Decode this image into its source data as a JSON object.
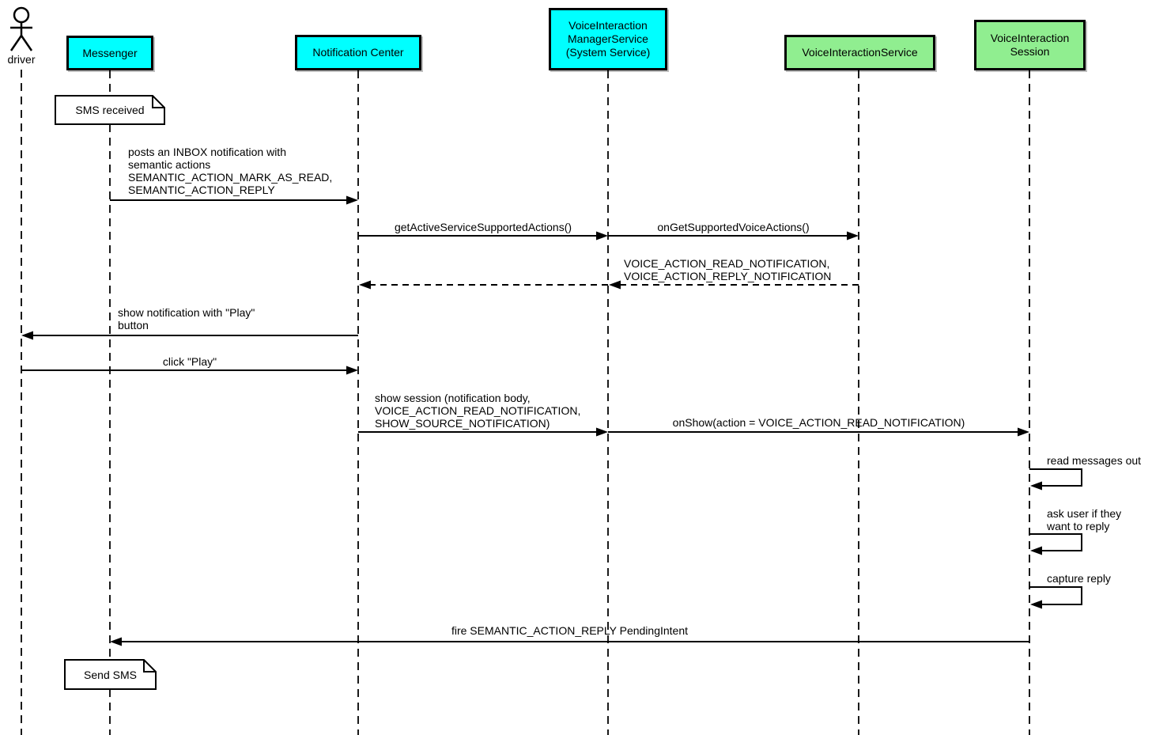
{
  "diagram_type": "uml-sequence",
  "colors": {
    "participant_cyan": "#00ffff",
    "participant_green": "#90ee90",
    "line": "#000000",
    "background": "#ffffff"
  },
  "participants": [
    {
      "id": "driver",
      "label": "driver",
      "kind": "actor"
    },
    {
      "id": "messenger",
      "label": "Messenger",
      "kind": "participant",
      "color": "#00ffff"
    },
    {
      "id": "notification-center",
      "label": "Notification Center",
      "kind": "participant",
      "color": "#00ffff"
    },
    {
      "id": "voice-interaction-manager-service",
      "label": "VoiceInteraction\nManagerService\n(System Service)",
      "kind": "participant",
      "color": "#00ffff"
    },
    {
      "id": "voice-interaction-service",
      "label": "VoiceInteractionService",
      "kind": "participant",
      "color": "#90ee90"
    },
    {
      "id": "voice-interaction-session",
      "label": "VoiceInteraction\nSession",
      "kind": "participant",
      "color": "#90ee90"
    }
  ],
  "notes": [
    {
      "id": "note-sms-received",
      "anchor": "Messenger",
      "text": "SMS received"
    },
    {
      "id": "note-send-sms",
      "anchor": "Messenger",
      "text": "Send SMS"
    }
  ],
  "messages": [
    {
      "from": "Messenger",
      "to": "Notification Center",
      "style": "solid",
      "label": "posts an INBOX notification with\nsemantic actions\nSEMANTIC_ACTION_MARK_AS_READ,\nSEMANTIC_ACTION_REPLY"
    },
    {
      "from": "Notification Center",
      "to": "VoiceInteraction ManagerService (System Service)",
      "style": "solid",
      "label": "getActiveServiceSupportedActions()"
    },
    {
      "from": "VoiceInteraction ManagerService (System Service)",
      "to": "VoiceInteractionService",
      "style": "solid",
      "label": "onGetSupportedVoiceActions()"
    },
    {
      "from": "VoiceInteractionService",
      "to": "Notification Center",
      "style": "dashed-return",
      "label": "VOICE_ACTION_READ_NOTIFICATION,\nVOICE_ACTION_REPLY_NOTIFICATION"
    },
    {
      "from": "Notification Center",
      "to": "driver",
      "style": "solid",
      "label": "show notification with \"Play\"\nbutton"
    },
    {
      "from": "driver",
      "to": "Notification Center",
      "style": "solid",
      "label": "click \"Play\""
    },
    {
      "from": "Notification Center",
      "to": "VoiceInteraction ManagerService (System Service)",
      "style": "solid",
      "label": "show session (notification body,\nVOICE_ACTION_READ_NOTIFICATION,\nSHOW_SOURCE_NOTIFICATION)"
    },
    {
      "from": "VoiceInteraction ManagerService (System Service)",
      "to": "VoiceInteraction Session",
      "style": "solid",
      "label": "onShow(action = VOICE_ACTION_READ_NOTIFICATION)"
    },
    {
      "from": "VoiceInteraction Session",
      "to": "VoiceInteraction Session",
      "style": "self",
      "label": "read messages out"
    },
    {
      "from": "VoiceInteraction Session",
      "to": "VoiceInteraction Session",
      "style": "self",
      "label": "ask user if they\nwant to reply"
    },
    {
      "from": "VoiceInteraction Session",
      "to": "VoiceInteraction Session",
      "style": "self",
      "label": "capture reply"
    },
    {
      "from": "VoiceInteraction Session",
      "to": "Messenger",
      "style": "solid",
      "label": "fire SEMANTIC_ACTION_REPLY PendingIntent"
    }
  ]
}
